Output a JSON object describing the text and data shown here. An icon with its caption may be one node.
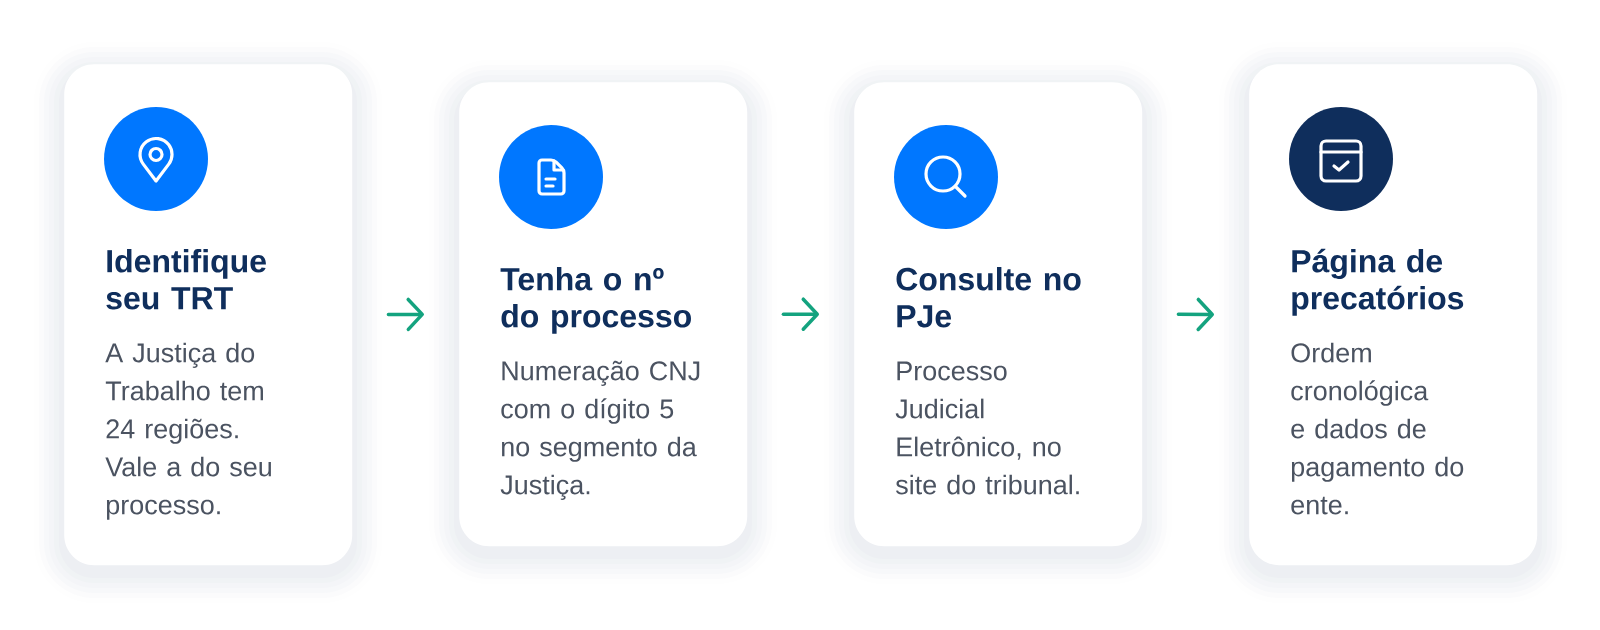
{
  "diagram": {
    "nodes": [
      {
        "text": [
          "Identifique seu TRT",
          "A Justiça do Trabalho tem 24 regiões. Vale a do seu processo."
        ]
      },
      {
        "text": [
          "Tenha o nº do processo",
          "Numeração CNJ com o dígito 5 no segmento da Justiça."
        ]
      },
      {
        "text": [
          "Consulte no PJe",
          "Processo Judicial Eletrônico, no site do tribunal."
        ]
      },
      {
        "text": [
          "Página de precatórios",
          "Ordem cronológica e dados de pagamento do ente."
        ]
      }
    ],
    "edges": [
      {
        "from": 0,
        "to": 1,
        "arrow": "to"
      },
      {
        "from": 1,
        "to": 2,
        "arrow": "to"
      },
      {
        "from": 2,
        "to": 3,
        "arrow": "to"
      }
    ]
  }
}
